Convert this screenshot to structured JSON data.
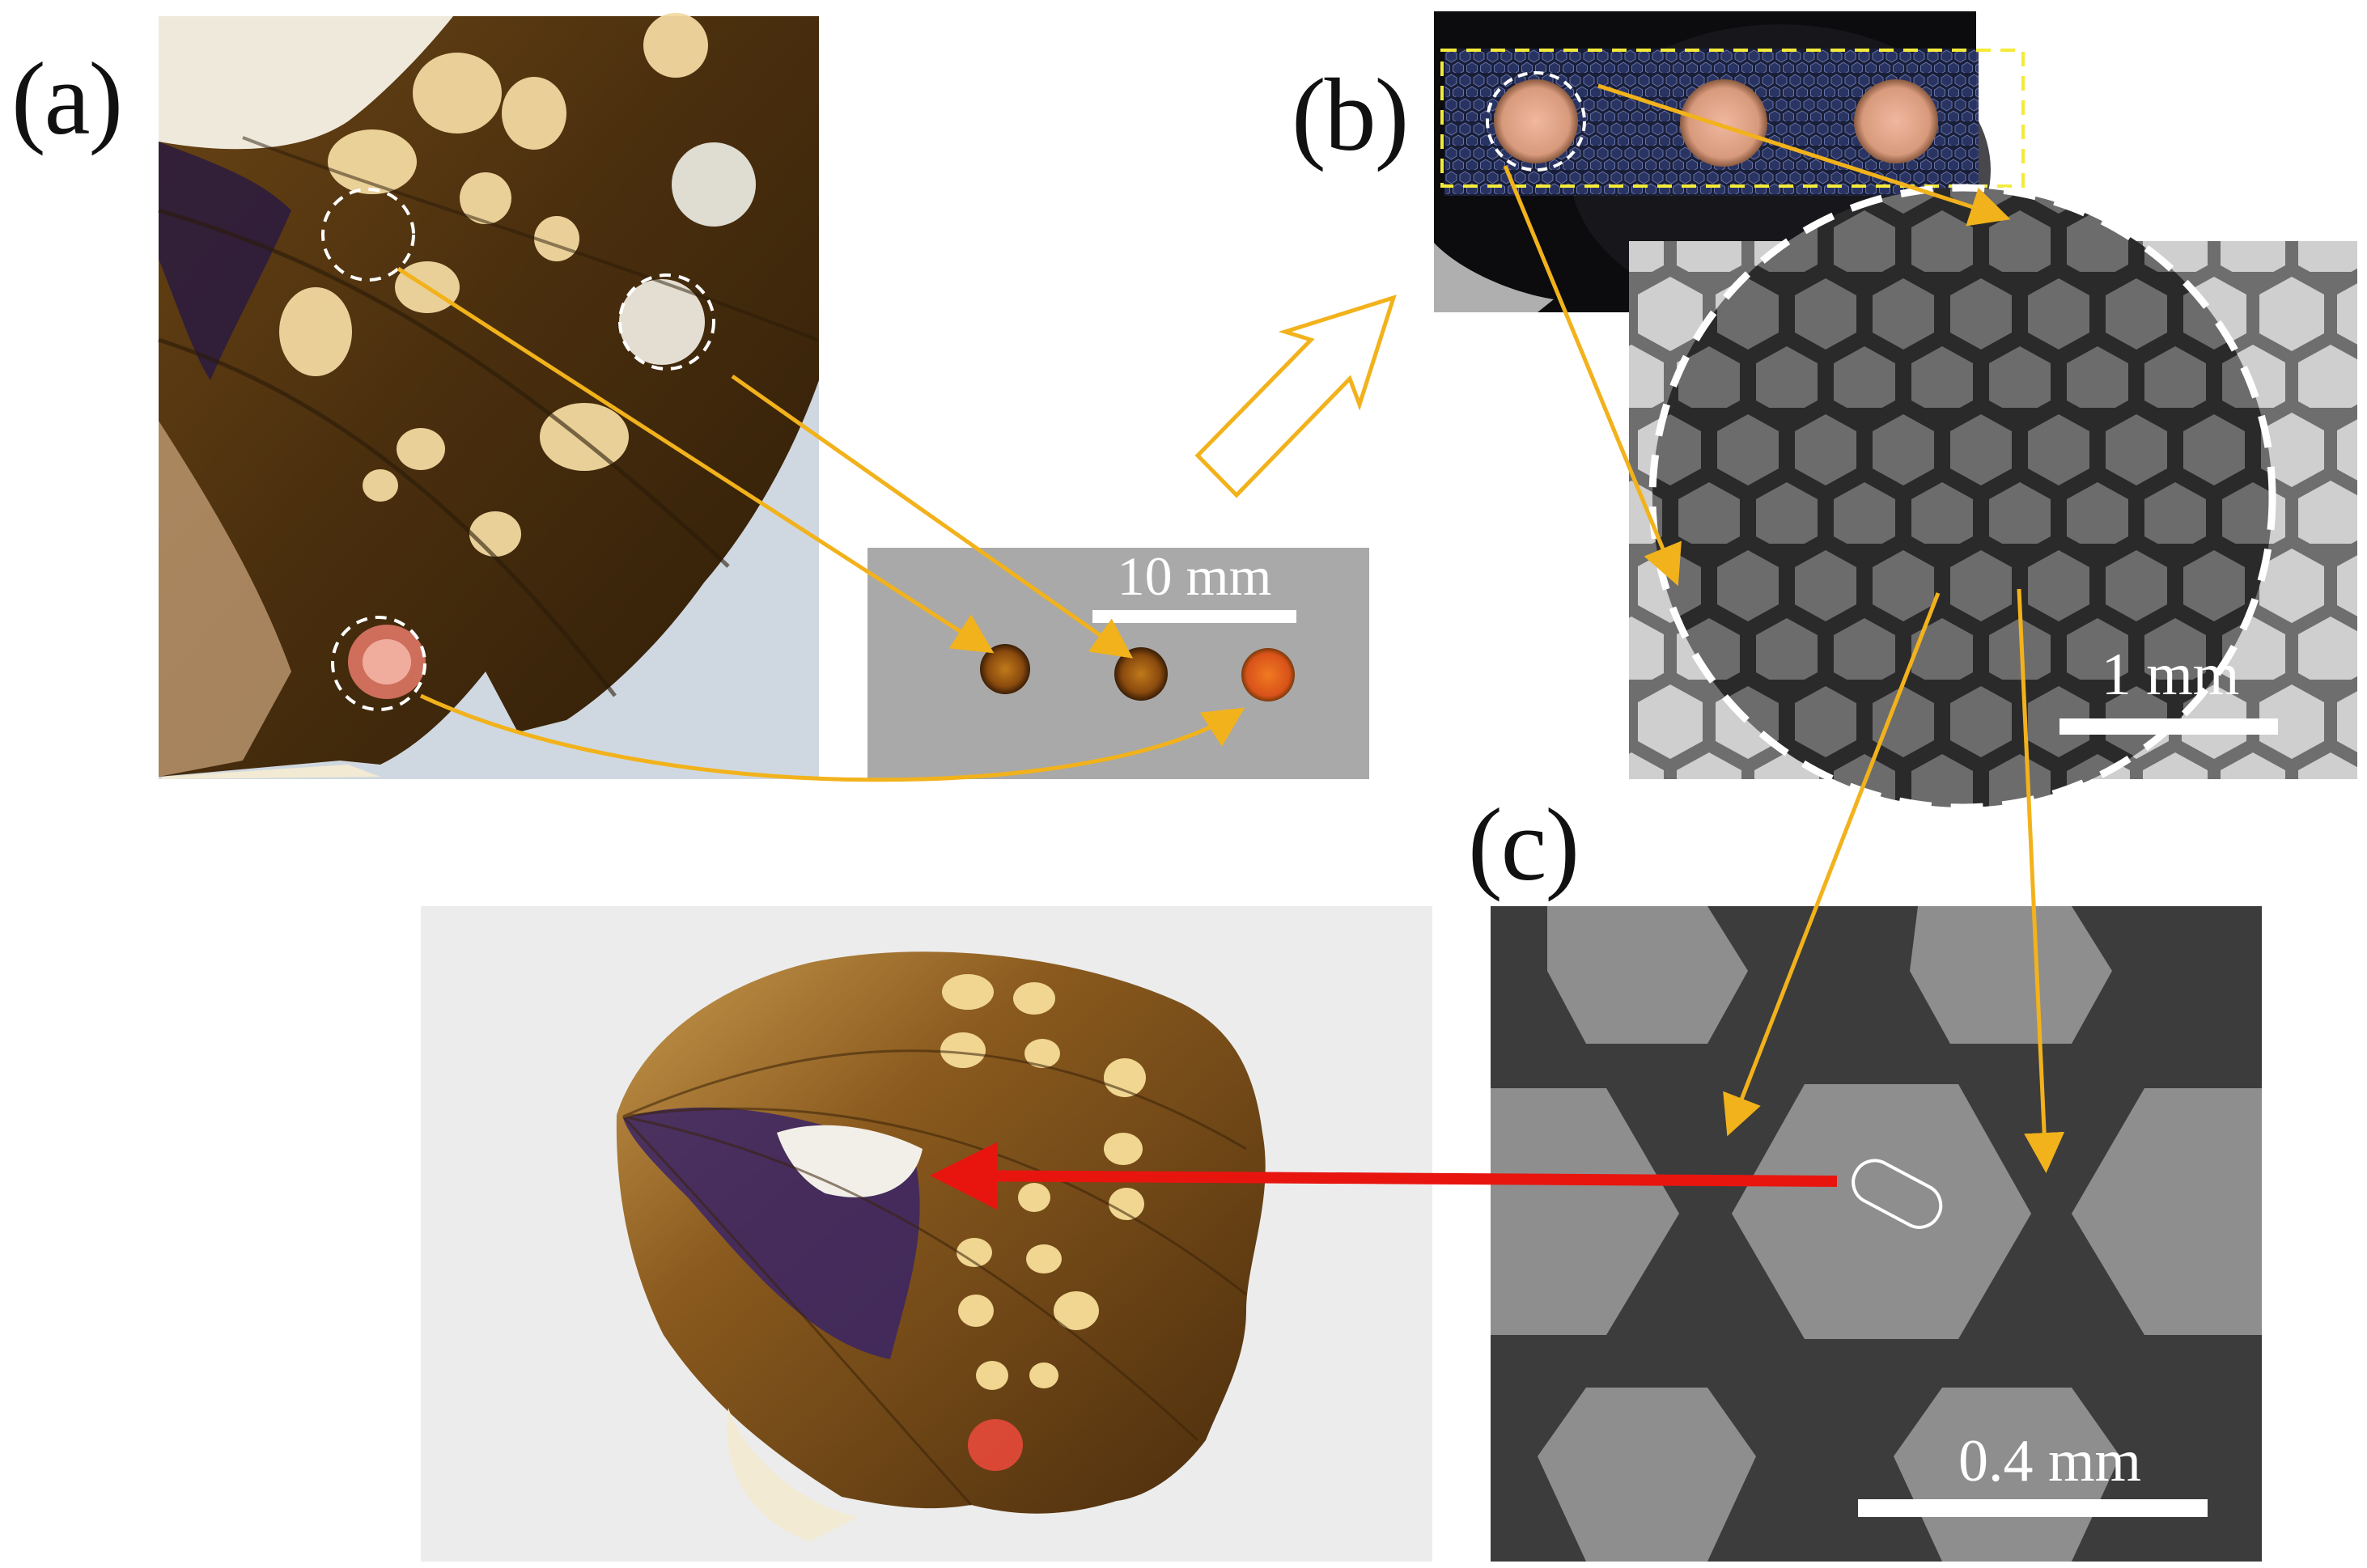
{
  "figure": {
    "panels": [
      {
        "label": "(a)"
      },
      {
        "label": "(b)"
      },
      {
        "label": "(c)"
      }
    ],
    "scale_bars": {
      "disks": "10 mm",
      "grid": "1 mm",
      "sem": "0.4 mm"
    },
    "colors": {
      "callout_arrow": "#F2B21B",
      "location_arrow": "#E8150F",
      "outline_box": "#F4EA3A",
      "dashed_circle": "#FFFFFF"
    }
  }
}
